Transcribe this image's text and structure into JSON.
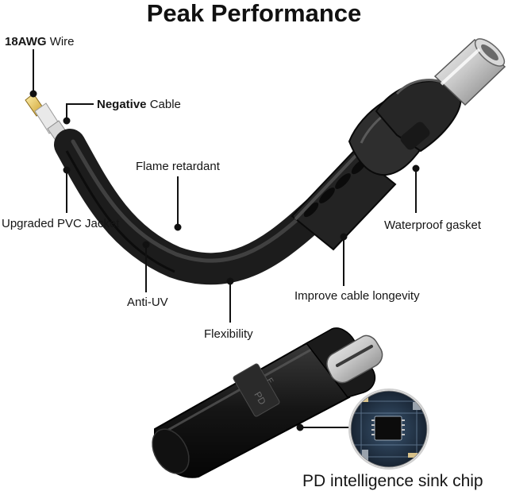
{
  "title": "Peak Performance",
  "labels": {
    "wire_bold": "18AWG",
    "wire_rest": "Wire",
    "negative_bold": "Negative",
    "negative_rest": "Cable",
    "flame": "Flame retardant",
    "jacket": "Upgraded PVC Jacket",
    "gasket": "Waterproof gasket",
    "antiuv": "Anti-UV",
    "longevity": "Improve cable longevity",
    "flexibility": "Flexibility",
    "chip": "PD intelligence sink chip"
  },
  "adapter_text": {
    "pd": "PD",
    "f": "F"
  },
  "colors": {
    "cable": "#1c1c1c",
    "accent_dot": "#111111",
    "chip_board": "#1d2a3a"
  }
}
